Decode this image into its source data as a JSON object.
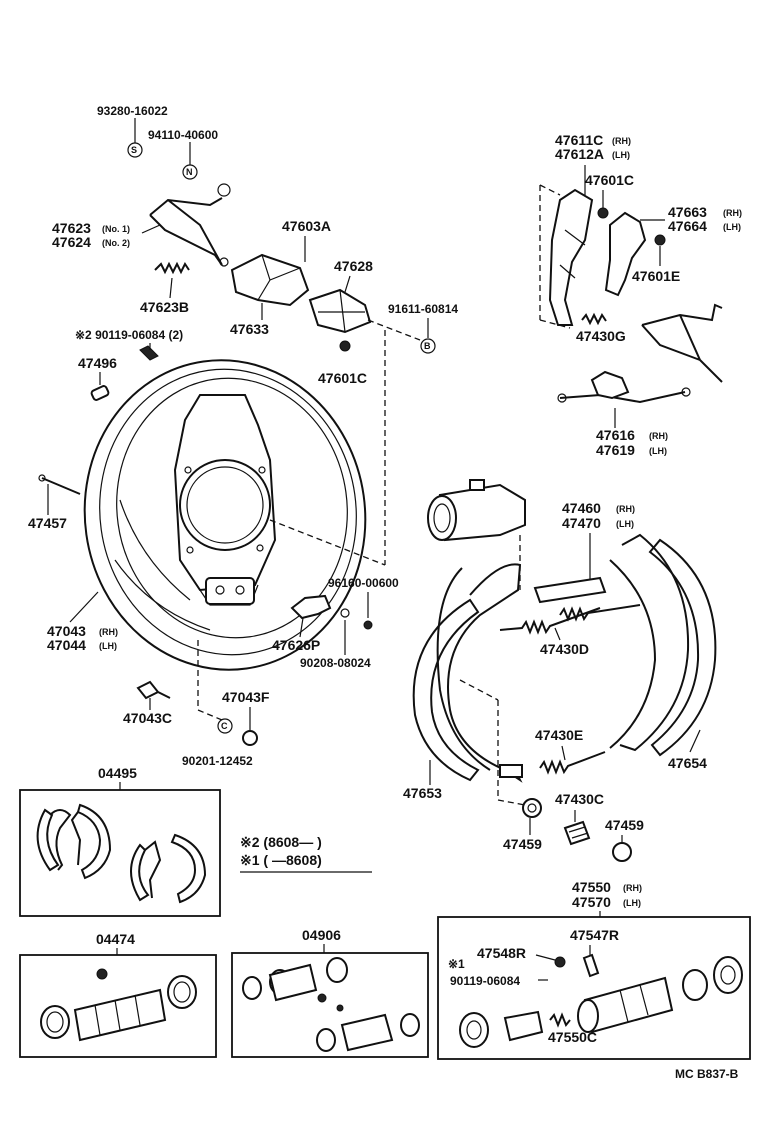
{
  "parts": {
    "p93280": "93280-16022",
    "p94110": "94110-40600",
    "p47623": "47623",
    "p47623_tag": "(No. 1)",
    "p47624": "47624",
    "p47624_tag": "(No. 2)",
    "p47623B": "47623B",
    "p47603A": "47603A",
    "p47628": "47628",
    "p47633": "47633",
    "p91611": "91611-60814",
    "p90119": "※2 90119-06084 (2)",
    "p47601C_a": "47601C",
    "p47496": "47496",
    "p47457": "47457",
    "p47043": "47043",
    "p47044": "47044",
    "p96160": "96160-00600",
    "p47626P": "47626P",
    "p90208": "90208-08024",
    "p47043C": "47043C",
    "p47043F": "47043F",
    "p90201": "90201-12452",
    "p47611C": "47611C",
    "p47612A": "47612A",
    "p47601C_b": "47601C",
    "p47663": "47663",
    "p47664": "47664",
    "p47601E": "47601E",
    "p47430G": "47430G",
    "p47616": "47616",
    "p47619": "47619",
    "p47460": "47460",
    "p47470": "47470",
    "p47430D": "47430D",
    "p47430E": "47430E",
    "p47653": "47653",
    "p47654": "47654",
    "p47430C": "47430C",
    "p47459_a": "47459",
    "p47459_b": "47459",
    "tag_rh": "(RH)",
    "tag_lh": "(LH)",
    "sym_s": "S",
    "sym_n": "N",
    "sym_b": "B",
    "sym_c": "C"
  },
  "kits": {
    "k04495": "04495",
    "k04474": "04474",
    "k04906": "04906",
    "k47550": "47550",
    "k47570": "47570",
    "k47548R": "47548R",
    "k47547R": "47547R",
    "k47550C": "47550C",
    "k90119": "90119-06084",
    "k_note": "※1"
  },
  "notes": {
    "n2": "※2 (8608—        )",
    "n1": "※1 (        —8608)"
  },
  "footer": {
    "code": "MC  B837-B"
  }
}
